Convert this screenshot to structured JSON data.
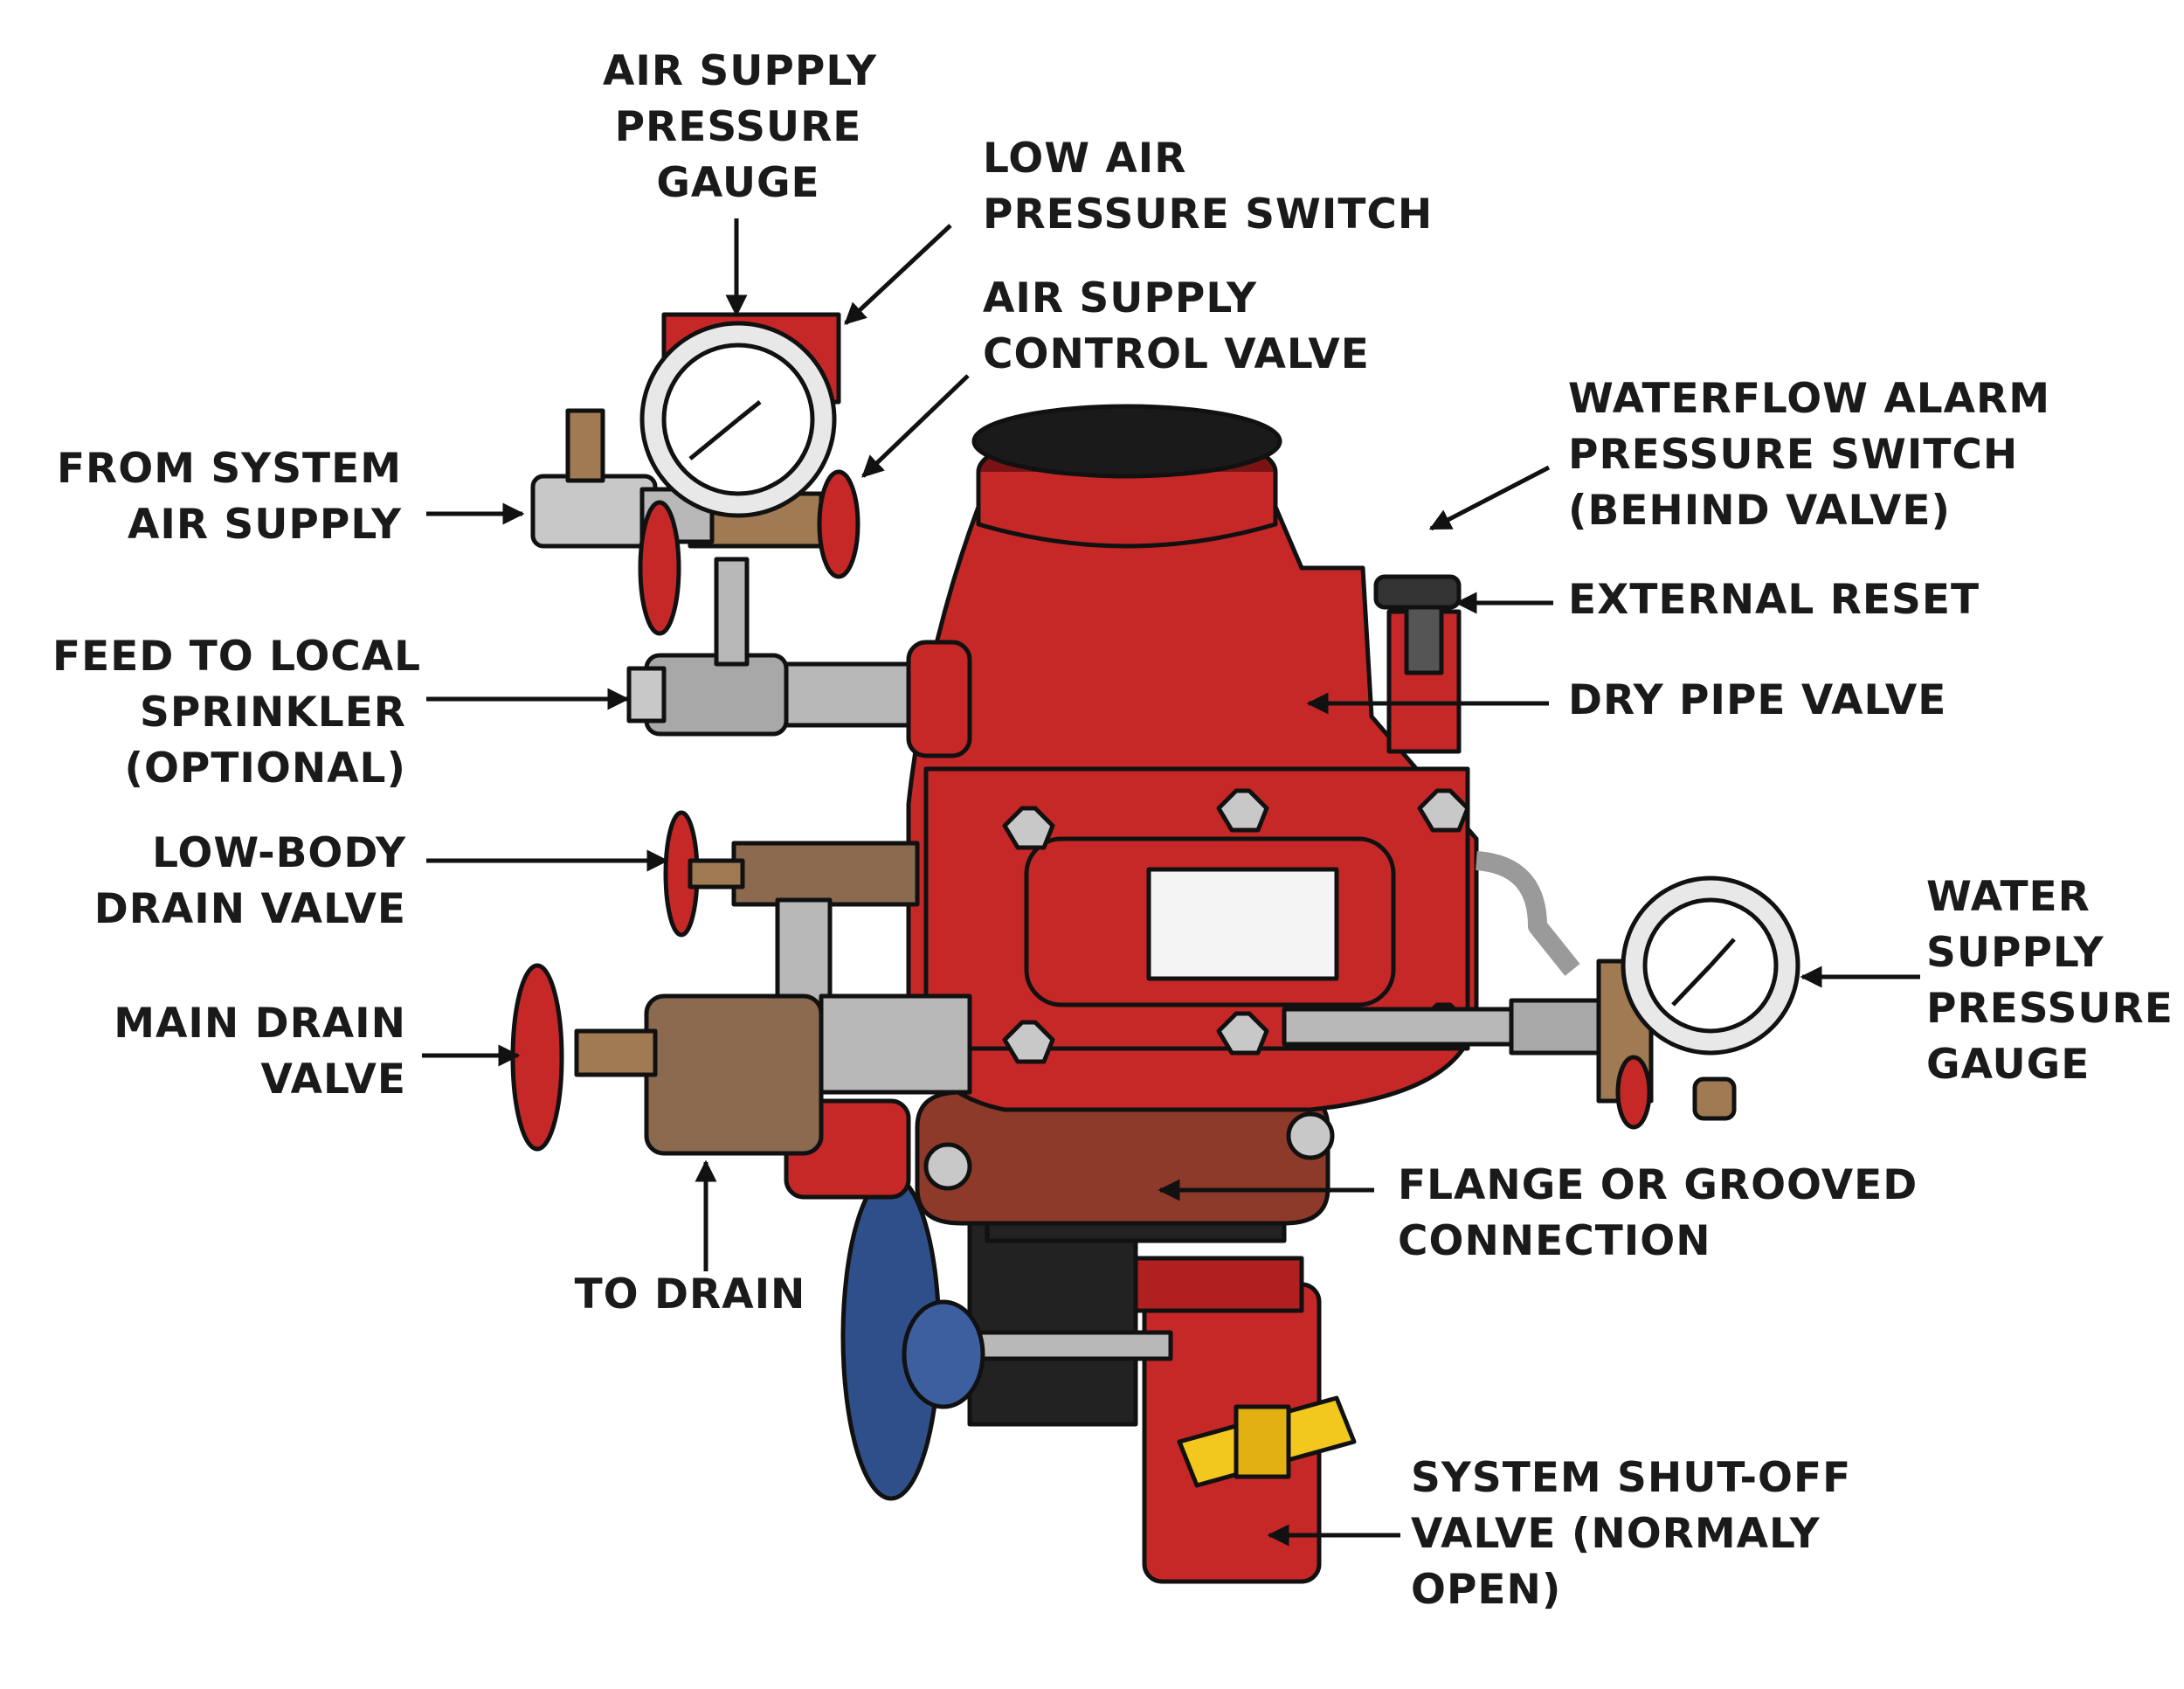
{
  "labels": {
    "air_supply_pressure_gauge": [
      "AIR SUPPLY",
      "PRESSURE",
      "GAUGE"
    ],
    "low_air_pressure_switch": [
      "LOW AIR",
      "PRESSURE SWITCH"
    ],
    "air_supply_control_valve": [
      "AIR SUPPLY",
      "CONTROL VALVE"
    ],
    "from_system_air_supply": [
      "FROM SYSTEM",
      "AIR SUPPLY"
    ],
    "waterflow_alarm_pressure_switch": [
      "WATERFLOW ALARM",
      "PRESSURE SWITCH",
      "(BEHIND VALVE)"
    ],
    "external_reset": [
      "EXTERNAL RESET"
    ],
    "feed_to_local_sprinkler": [
      "FEED TO LOCAL",
      "SPRINKLER",
      "(OPTIONAL)"
    ],
    "dry_pipe_valve": [
      "DRY PIPE VALVE"
    ],
    "low_body_drain_valve": [
      "LOW-BODY",
      "DRAIN VALVE"
    ],
    "water_supply_pressure_gauge": [
      "WATER",
      "SUPPLY",
      "PRESSURE",
      "GAUGE"
    ],
    "main_drain_valve": [
      "MAIN DRAIN",
      "VALVE"
    ],
    "flange_or_grooved_connection": [
      "FLANGE OR GROOVED",
      "CONNECTION"
    ],
    "to_drain": [
      "TO DRAIN"
    ],
    "system_shut_off_valve": [
      "SYSTEM SHUT-OFF",
      "VALVE (NORMALY",
      "OPEN)"
    ]
  },
  "colors": {
    "valve_red": "#c62828",
    "valve_red_dark": "#8e1b1b",
    "brass": "#a07a52",
    "steel": "#b8b8b8",
    "handwheel_blue": "#2f4f8a",
    "handle_yellow": "#f2c81e",
    "outline": "#111111"
  }
}
